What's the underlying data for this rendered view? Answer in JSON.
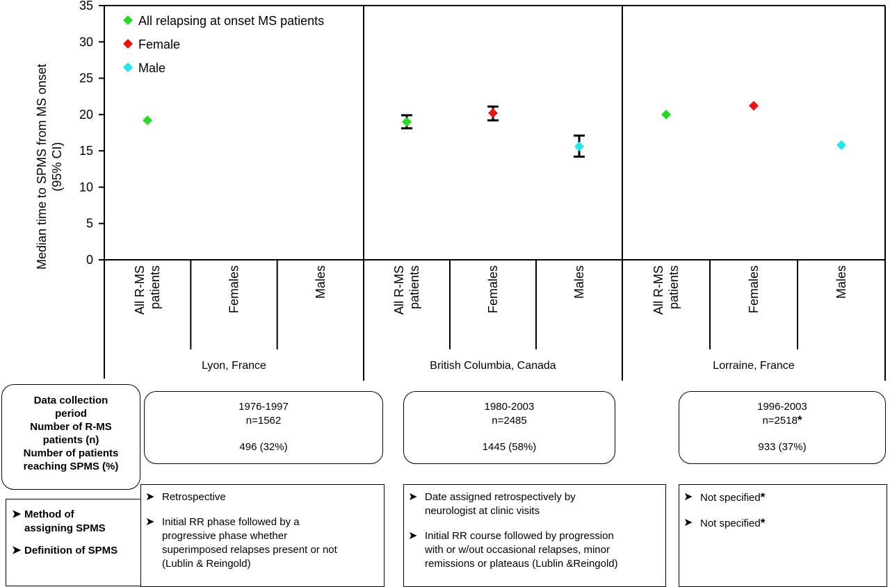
{
  "chart_data": {
    "type": "scatter",
    "ylabel_lines": [
      "Median time to SPMS from MS onset",
      "(95% CI)"
    ],
    "ylim": [
      0,
      35
    ],
    "yticks": [
      0,
      5,
      10,
      15,
      20,
      25,
      30,
      35
    ],
    "legend_position": "top-left",
    "legend": [
      {
        "label": "All relapsing at onset MS patients",
        "color": "#22dd22"
      },
      {
        "label": "Female",
        "color": "#ee1111"
      },
      {
        "label": "Male",
        "color": "#22e6ee"
      }
    ],
    "groups": [
      {
        "name": "Lyon, France",
        "categories": [
          {
            "lines": [
              "All R-MS",
              "patients"
            ]
          },
          {
            "lines": [
              "Females"
            ]
          },
          {
            "lines": [
              "Males"
            ]
          }
        ],
        "points": [
          {
            "category": 0,
            "series": 0,
            "value": 19.2
          }
        ]
      },
      {
        "name": "British Columbia, Canada",
        "categories": [
          {
            "lines": [
              "All R-MS",
              "patients"
            ]
          },
          {
            "lines": [
              "Females"
            ]
          },
          {
            "lines": [
              "Males"
            ]
          }
        ],
        "points": [
          {
            "category": 0,
            "series": 0,
            "value": 19.0,
            "ci": [
              18.1,
              19.9
            ]
          },
          {
            "category": 1,
            "series": 1,
            "value": 20.2,
            "ci": [
              19.2,
              21.1
            ]
          },
          {
            "category": 2,
            "series": 2,
            "value": 15.6,
            "ci": [
              14.2,
              17.1
            ]
          }
        ]
      },
      {
        "name": "Lorraine, France",
        "categories": [
          {
            "lines": [
              "All R-MS",
              "patients"
            ]
          },
          {
            "lines": [
              "Females"
            ]
          },
          {
            "lines": [
              "Males"
            ]
          }
        ],
        "points": [
          {
            "category": 0,
            "series": 0,
            "value": 20.0
          },
          {
            "category": 1,
            "series": 1,
            "value": 21.2
          },
          {
            "category": 2,
            "series": 2,
            "value": 15.8
          }
        ]
      }
    ]
  },
  "summary_header": {
    "line1": "Data collection",
    "line2": "period",
    "line3": "Number of R-MS",
    "line4": "patients (n)",
    "line5": "Number of patients",
    "line6": "reaching SPMS (%)"
  },
  "summaries": [
    {
      "period": "1976-1997",
      "n": "n=1562",
      "n_star": "",
      "spms": "496 (32%)"
    },
    {
      "period": "1980-2003",
      "n": "n=2485",
      "n_star": "",
      "spms": "1445 (58%)"
    },
    {
      "period": "1996-2003",
      "n": "n=2518",
      "n_star": "*",
      "spms": "933 (37%)"
    }
  ],
  "method_labels": {
    "method": [
      "Method of",
      "assigning SPMS"
    ],
    "definition": "Definition of SPMS"
  },
  "arrow_glyph": "➤",
  "methods": [
    {
      "method_lines": [
        "Retrospective"
      ],
      "method_star": "",
      "definition_lines": [
        "Initial RR phase followed by a",
        "progressive phase whether",
        "superimposed relapses present or not",
        "(Lublin & Reingold)"
      ],
      "definition_star": ""
    },
    {
      "method_lines": [
        "Date assigned retrospectively by",
        "neurologist at clinic visits"
      ],
      "method_star": "",
      "definition_lines": [
        "Initial RR course followed by progression",
        "with or w/out occasional relapses, minor",
        "remissions or plateaus (Lublin &Reingold)"
      ],
      "definition_star": ""
    },
    {
      "method_lines": [
        "Not specified"
      ],
      "method_star": "*",
      "definition_lines": [
        "Not specified"
      ],
      "definition_star": "*"
    }
  ]
}
